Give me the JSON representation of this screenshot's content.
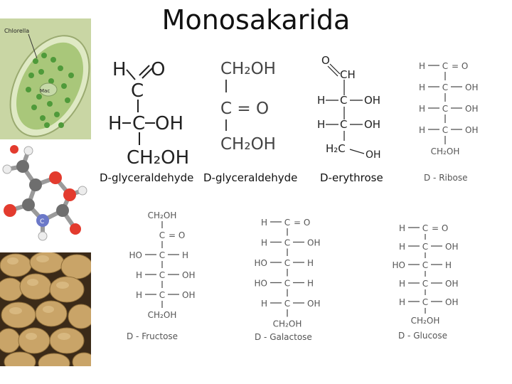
{
  "slide": {
    "title": "Monosakarida"
  },
  "photos": {
    "paramecium": {
      "label_chloroplast": "Chlorella",
      "label_mac": "Mac"
    },
    "molecule_model": {
      "atom_label": "C"
    }
  },
  "structures": {
    "glyceraldehyde_a": {
      "label": "D-glyceraldehyde",
      "atoms": {
        "h_top": "H",
        "o_top": "O",
        "c1": "C",
        "h_left": "H",
        "c2": "C",
        "oh": "OH",
        "ch2oh": "CH₂OH"
      }
    },
    "glyceraldehyde_b": {
      "label": "D-glyceraldehyde",
      "atoms": {
        "top": "CH₂OH",
        "mid": "C = O",
        "bottom": "CH₂OH"
      }
    },
    "erythrose": {
      "label": "D-erythrose",
      "atoms": {
        "o": "O",
        "ch": "CH",
        "h1": "H",
        "c1": "C",
        "oh1": "OH",
        "h2": "H",
        "c2": "C",
        "oh2": "OH",
        "h2c": "H₂C",
        "oh3": "OH"
      }
    },
    "ribose": {
      "label": "D - Ribose",
      "rows": [
        [
          "H",
          "C",
          "= O"
        ],
        [
          "H",
          "C",
          "OH"
        ],
        [
          "H",
          "C",
          "OH"
        ],
        [
          "H",
          "C",
          "OH"
        ]
      ],
      "bottom": "CH₂OH"
    },
    "fructose": {
      "label": "D - Fructose",
      "top": "CH₂OH",
      "rows": [
        [
          "",
          "C",
          "= O"
        ],
        [
          "HO",
          "C",
          "H"
        ],
        [
          "H",
          "C",
          "OH"
        ],
        [
          "H",
          "C",
          "OH"
        ]
      ],
      "bottom": "CH₂OH"
    },
    "galactose": {
      "label": "D - Galactose",
      "rows": [
        [
          "H",
          "C",
          "= O"
        ],
        [
          "H",
          "C",
          "OH"
        ],
        [
          "HO",
          "C",
          "H"
        ],
        [
          "HO",
          "C",
          "H"
        ],
        [
          "H",
          "C",
          "OH"
        ]
      ],
      "bottom": "CH₂OH"
    },
    "glucose": {
      "label": "D - Glucose",
      "rows": [
        [
          "H",
          "C",
          "= O"
        ],
        [
          "H",
          "C",
          "OH"
        ],
        [
          "HO",
          "C",
          "H"
        ],
        [
          "H",
          "C",
          "OH"
        ],
        [
          "H",
          "C",
          "OH"
        ]
      ],
      "bottom": "CH₂OH"
    }
  }
}
